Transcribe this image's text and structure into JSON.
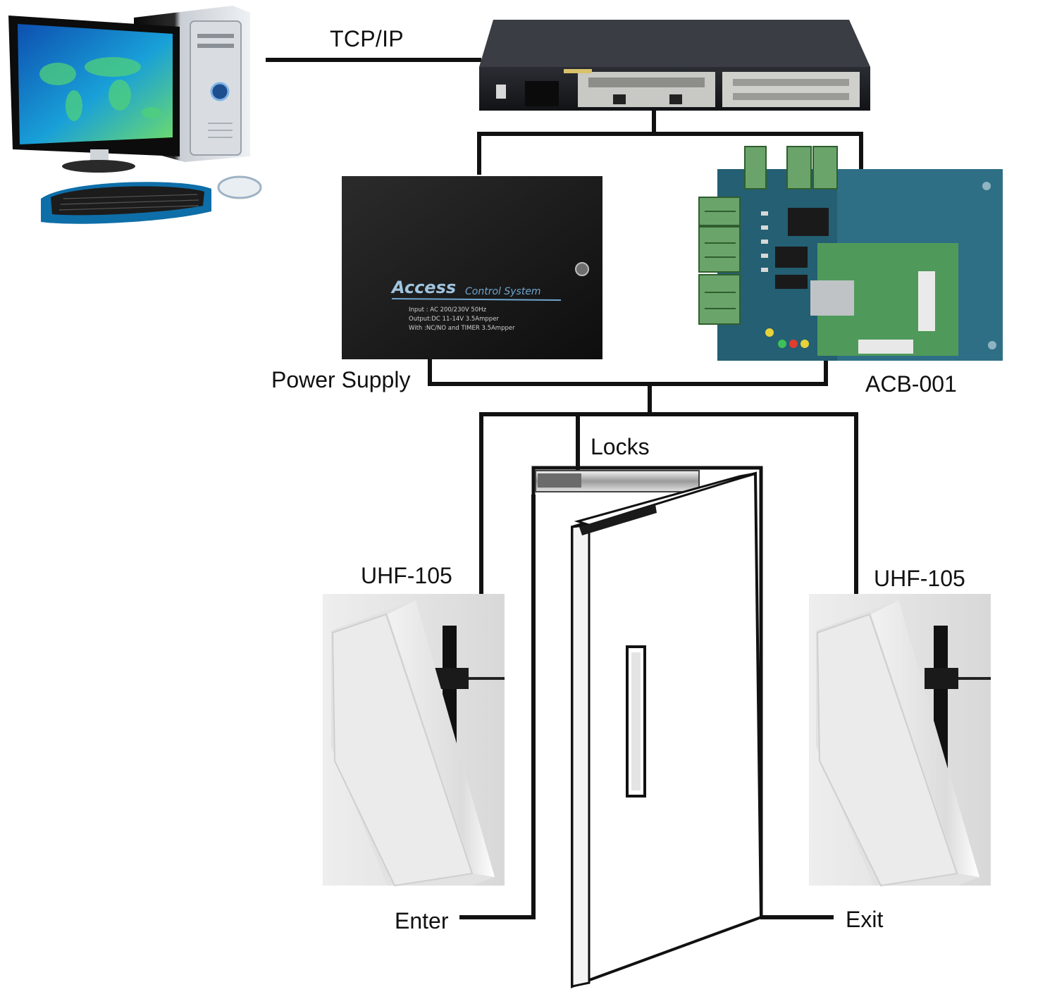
{
  "connection_label": "TCP/IP",
  "nodes": {
    "power_supply": "Power Supply",
    "controller": "ACB-001",
    "locks": "Locks",
    "reader_left": "UHF-105",
    "reader_right": "UHF-105",
    "enter": "Enter",
    "exit": "Exit"
  },
  "power_supply_box": {
    "brand": "Access",
    "brand_sub": "Control System",
    "spec_lines": [
      "Input : AC 200/230V 50Hz",
      "Output:DC 11-14V  3.5Ampper",
      "With  :NC/NO and TIMER 3.5Ampper"
    ]
  },
  "colors": {
    "line": "#111111",
    "board": "#2e6f86",
    "board_green": "#4f9a5a",
    "monitor": "#1f8fd0"
  }
}
